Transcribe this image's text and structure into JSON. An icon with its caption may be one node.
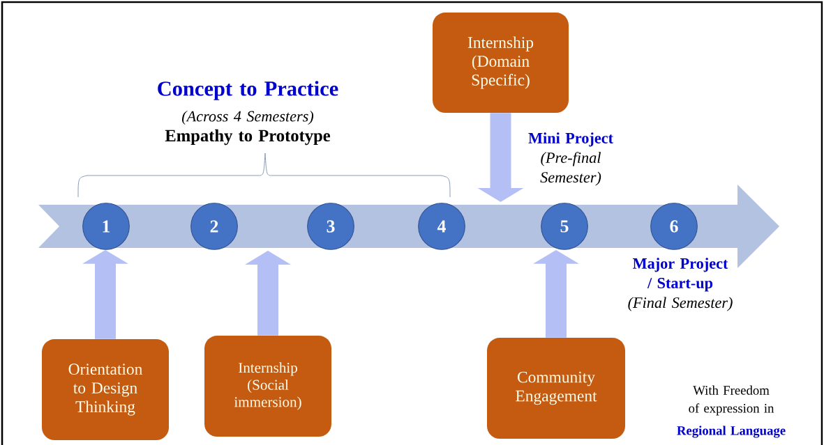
{
  "diagram": {
    "nodes": [
      {
        "text": [
          "1"
        ]
      },
      {
        "text": [
          "2"
        ]
      },
      {
        "text": [
          "3"
        ]
      },
      {
        "text": [
          "4"
        ]
      },
      {
        "text": [
          "5"
        ],
        "beside": [
          "Mini Project",
          "(Pre-final Semester)"
        ]
      },
      {
        "text": [
          "6"
        ],
        "beside": [
          "Major Project / Start-up",
          "(Final Semester)"
        ]
      },
      {
        "text": [
          "Orientation to Design Thinking"
        ]
      },
      {
        "text": [
          "Internship (Social immersion)"
        ]
      },
      {
        "text": [
          "Internship (Domain Specific)"
        ]
      },
      {
        "text": [
          "Community Engagement"
        ]
      }
    ],
    "edges": [
      {
        "from": 6,
        "to": 0,
        "arrow": "to"
      },
      {
        "from": 7,
        "to": null,
        "arrow": "to"
      },
      {
        "from": 8,
        "to": null,
        "arrow": "to"
      },
      {
        "from": 9,
        "to": 4,
        "arrow": "to"
      }
    ],
    "labels": [
      "Concept to Practice",
      "(Across 4 Semesters)",
      "Empathy to Prototype",
      "With Freedom of expression in",
      "Regional Language"
    ]
  }
}
